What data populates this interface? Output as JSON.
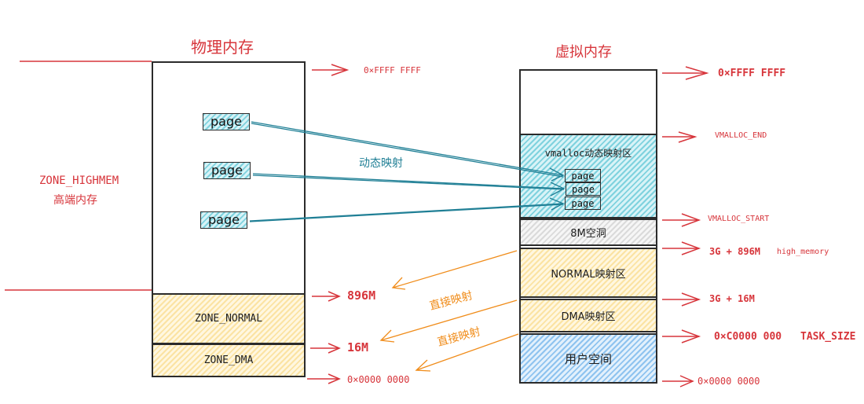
{
  "physical": {
    "title": "物理内存",
    "zone_highmem_label": "ZONE_HIGHMEM",
    "zone_highmem_sublabel": "高端内存",
    "zones": {
      "normal": "ZONE_NORMAL",
      "dma": "ZONE_DMA"
    },
    "pages": [
      "page",
      "page",
      "page"
    ],
    "addresses": {
      "top": "0×FFFF FFFF",
      "normal_top": "896M",
      "dma_top": "16M",
      "bottom": "0×0000 0000"
    }
  },
  "virtual": {
    "title": "虚拟内存",
    "regions": {
      "vmalloc": "vmalloc动态映射区",
      "hole": "8M空洞",
      "normal": "NORMAL映射区",
      "dma": "DMA映射区",
      "user": "用户空间"
    },
    "vmalloc_pages": [
      "page",
      "page",
      "page"
    ],
    "addresses": {
      "top": "0×FFFF FFFF",
      "vmalloc_end": "VMALLOC_END",
      "vmalloc_start": "VMALLOC_START",
      "high_memory": "3G + 896M",
      "high_memory_tag": "high_memory",
      "dma_top": "3G + 16M",
      "task_size": "0×C0000 000",
      "task_size_tag": "TASK_SIZE",
      "bottom": "0×0000 0000"
    }
  },
  "mappings": {
    "dynamic_label": "动态映射",
    "direct_label_1": "直接映射",
    "direct_label_2": "直接映射"
  },
  "colors": {
    "red": "#d7353b",
    "teal": "#1f7f95",
    "orange": "#f08c1a"
  }
}
